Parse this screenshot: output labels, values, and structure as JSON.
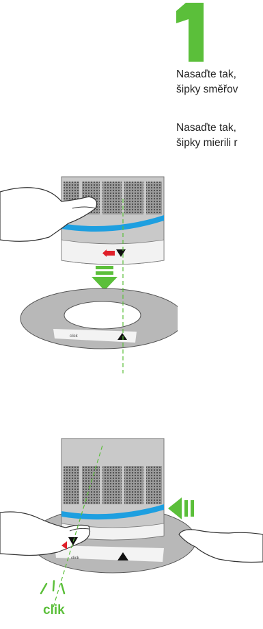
{
  "step": {
    "number": "1"
  },
  "instructions": {
    "czech": [
      "Nasaďte tak,",
      "šipky směřov"
    ],
    "slovak": [
      "Nasaďte tak,",
      "šipky mierili r"
    ]
  },
  "figure1": {
    "ring_label": "click"
  },
  "figure2": {
    "ring_label": "click",
    "sound_label": "clik"
  },
  "colors": {
    "accent_green": "#5bbf3a",
    "blue_band": "#1e9fe0",
    "red_arrow": "#e0202a"
  }
}
